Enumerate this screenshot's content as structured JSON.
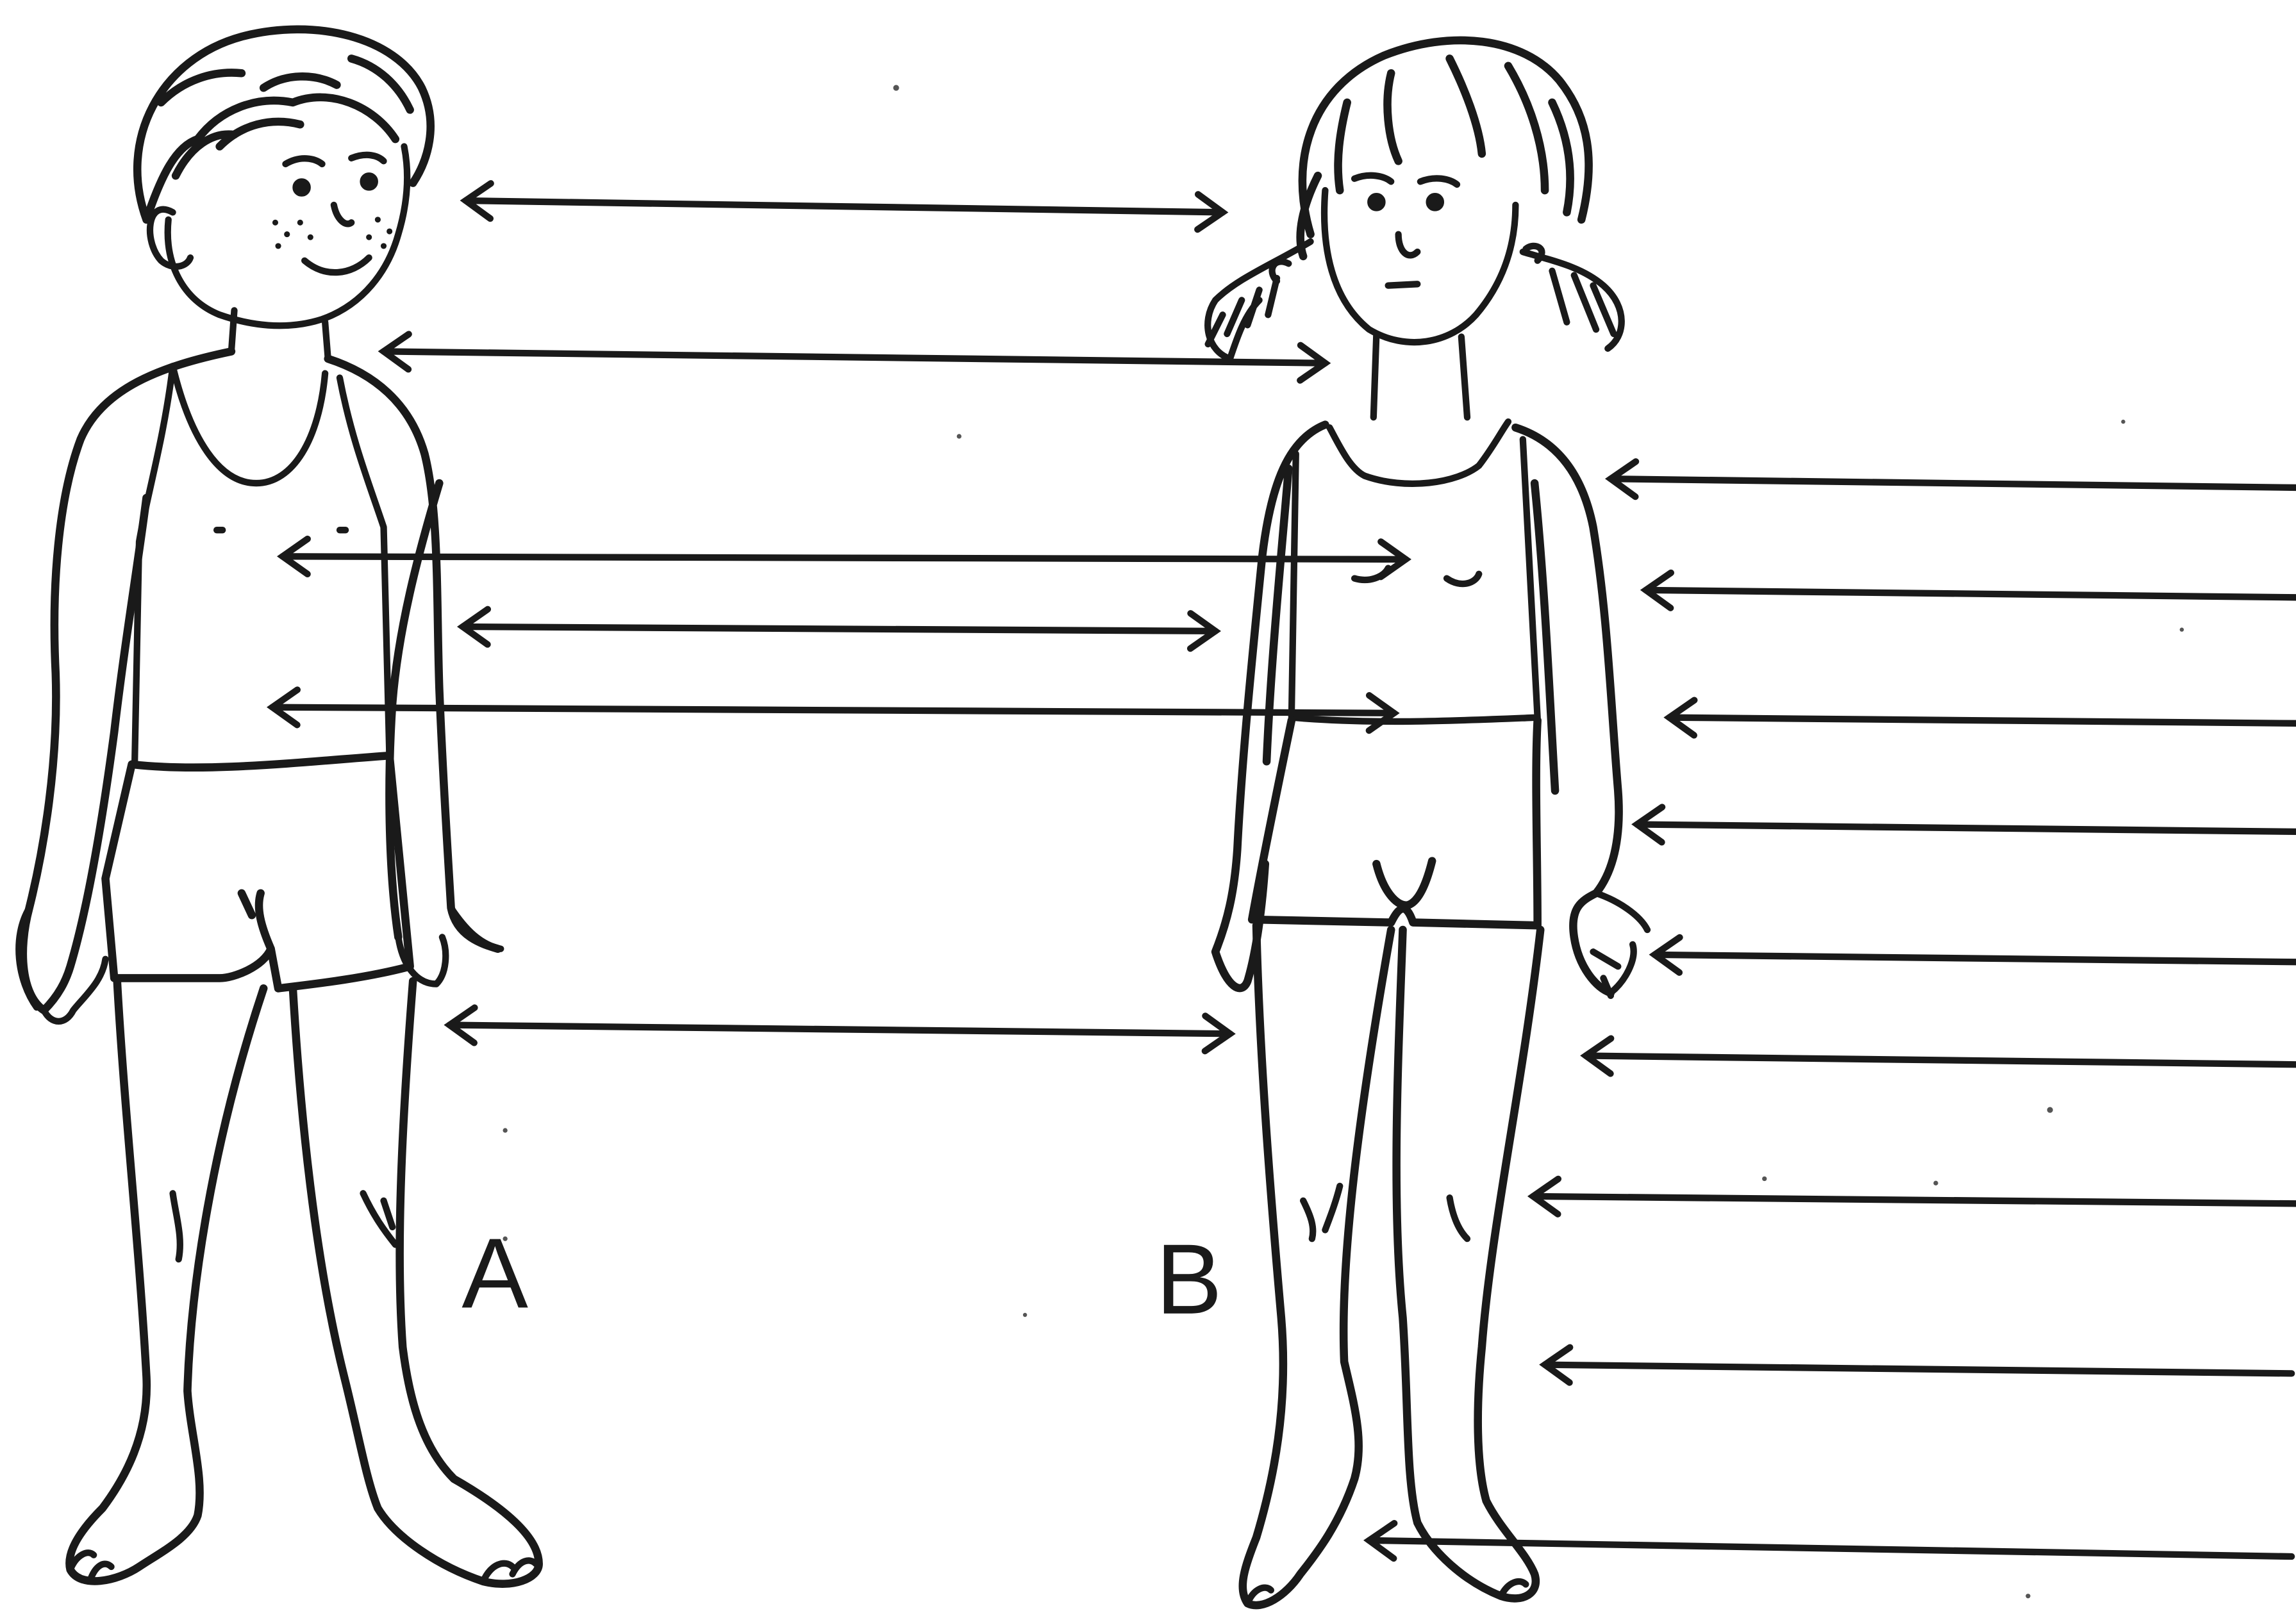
{
  "figures": [
    {
      "id": "A",
      "label": "A"
    },
    {
      "id": "B",
      "label": "B"
    }
  ],
  "colors": {
    "ink": "#1a1a1a",
    "paper": "#ffffff"
  }
}
